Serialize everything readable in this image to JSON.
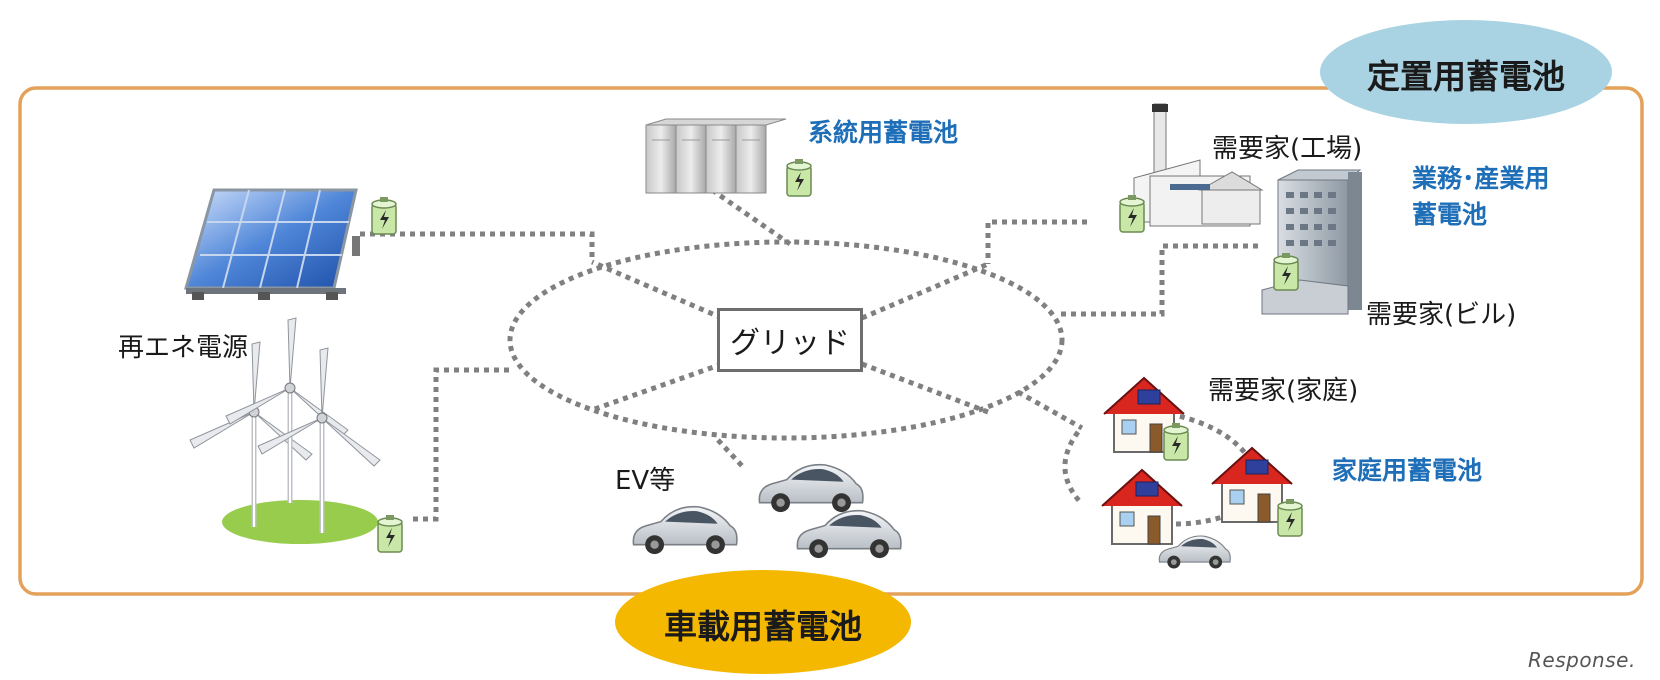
{
  "badges": {
    "stationary": "定置用蓄電池",
    "vehicle": "車載用蓄電池"
  },
  "labels": {
    "renewable": "再エネ電源",
    "grid_battery": "系統用蓄電池",
    "factory": "需要家(工場)",
    "commercial_line1": "業務･産業用",
    "commercial_line2": "蓄電池",
    "building": "需要家(ビル)",
    "household": "需要家(家庭)",
    "home_battery": "家庭用蓄電池",
    "ev": "EV等"
  },
  "center": {
    "label": "グリッド"
  },
  "watermark": "Response.",
  "colors": {
    "frame": "#e3a159",
    "stationary_badge": "#a9d3e3",
    "vehicle_badge": "#f5b800",
    "accent_text": "#1f6fb8",
    "dotted_line": "#808080"
  },
  "icons": [
    "solar-panel-icon",
    "wind-turbine-icon",
    "battery-icon",
    "server-rack-icon",
    "factory-icon",
    "office-building-icon",
    "house-icon",
    "electric-car-icon"
  ]
}
